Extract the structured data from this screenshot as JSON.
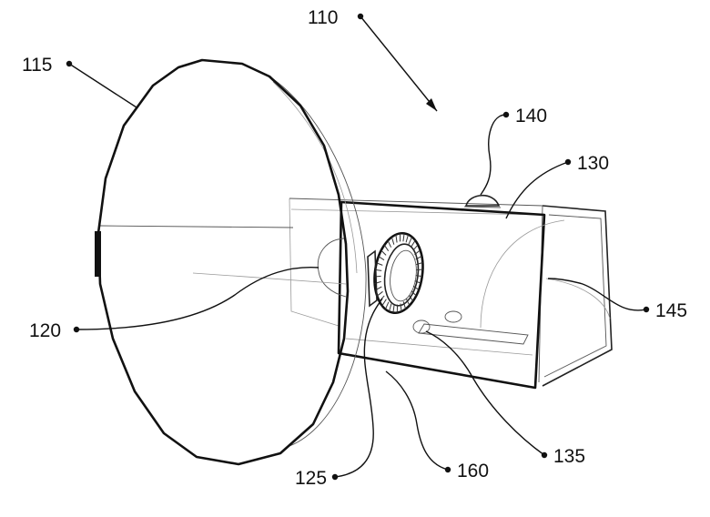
{
  "figure": {
    "main_reference": "110",
    "callouts": {
      "dish": "115",
      "inner_lens": "120",
      "lens_ring": "125",
      "rear_chamber": "130",
      "base_opening": "135",
      "top_dome": "140",
      "rear_housing": "145",
      "bottom_edge": "160"
    }
  }
}
